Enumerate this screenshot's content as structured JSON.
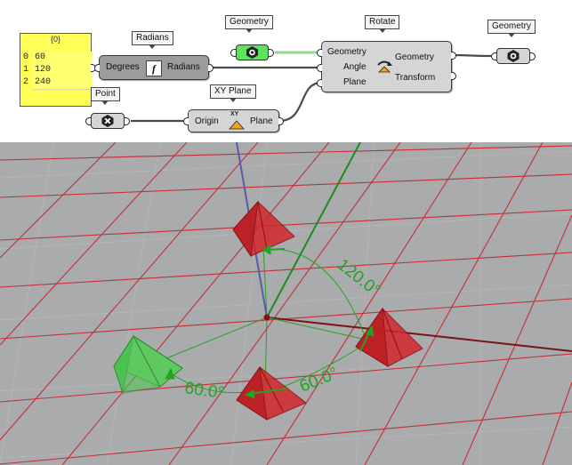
{
  "canvas": {
    "panel": {
      "header": "{0}",
      "rows": [
        {
          "index": "0",
          "value": "60"
        },
        {
          "index": "1",
          "value": "120"
        },
        {
          "index": "2",
          "value": "240"
        }
      ]
    },
    "radians": {
      "tag": "Radians",
      "input": "Degrees",
      "output": "Radians",
      "icon": "function-icon"
    },
    "geometry_param": {
      "tag": "Geometry",
      "icon": "hexnut-icon",
      "color": "#5fe35f"
    },
    "rotate": {
      "tag": "Rotate",
      "inputs": [
        "Geometry",
        "Angle",
        "Plane"
      ],
      "outputs": [
        "Geometry",
        "Transform"
      ],
      "icon": "rotate-icon"
    },
    "geometry_out": {
      "tag": "Geometry",
      "icon": "hexnut-icon"
    },
    "point_param": {
      "tag": "Point",
      "icon": "cross-icon"
    },
    "xyplane": {
      "tag": "XY Plane",
      "input": "Origin",
      "output": "Plane",
      "icon_text": "XY",
      "icon": "xy-plane-icon"
    },
    "wire_color": "#4a4a4a",
    "selected_wire_color": "#8fd88f"
  },
  "viewport": {
    "background": "#a9abad",
    "grid_color": "#c62e35",
    "axis_colors": {
      "x": "#8a1a1a",
      "y": "#1f8a1f",
      "z": "#5a5aa8"
    },
    "angle_labels": [
      "60.0°",
      "60.0°",
      "120.0°"
    ],
    "annotation_color": "#22a322",
    "original_color": "#49c94c",
    "rotated_color": "#d2272a"
  }
}
